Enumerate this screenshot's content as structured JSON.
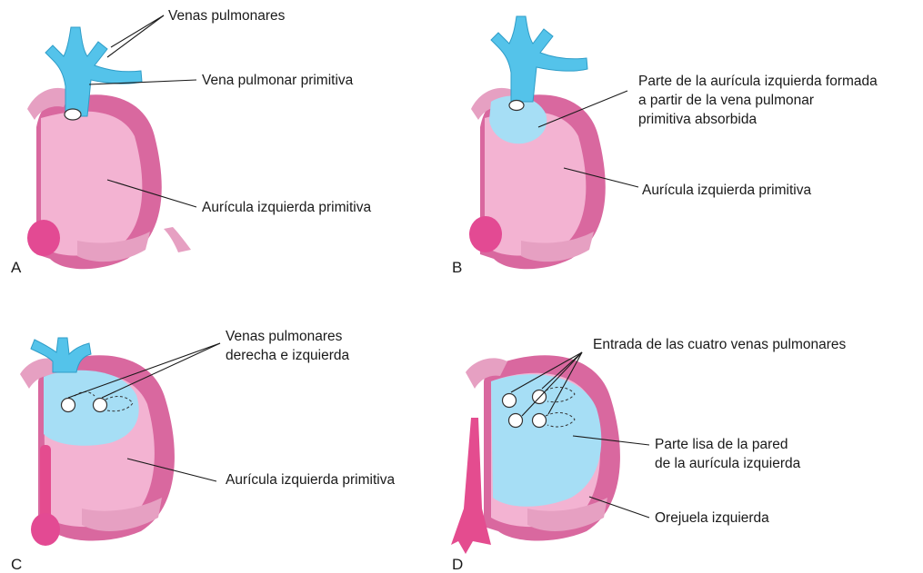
{
  "panels": [
    {
      "letter": "A",
      "labels": {
        "venas": "Venas pulmonares",
        "vena_primitiva": "Vena pulmonar primitiva",
        "auricula": "Aurícula izquierda primitiva"
      }
    },
    {
      "letter": "B",
      "labels": {
        "parte_line1": "Parte de la aurícula izquierda formada",
        "parte_line2": "a partir de la vena pulmonar",
        "parte_line3": "primitiva absorbida",
        "auricula": "Aurícula izquierda primitiva"
      }
    },
    {
      "letter": "C",
      "labels": {
        "venas_line1": "Venas pulmonares",
        "venas_line2": "derecha e izquierda",
        "auricula": "Aurícula izquierda primitiva"
      }
    },
    {
      "letter": "D",
      "labels": {
        "entrada": "Entrada de las cuatro venas pulmonares",
        "lisa_line1": "Parte lisa de la pared",
        "lisa_line2": "de la aurícula izquierda",
        "orejuela": "Orejuela izquierda"
      }
    }
  ],
  "colors": {
    "vein": "#54c3ea",
    "smooth_wall": "#a6def5",
    "trabeculae": "#f3b3d2",
    "atrial_wall": "#d9689f",
    "sinus_node": "#e34a93"
  }
}
